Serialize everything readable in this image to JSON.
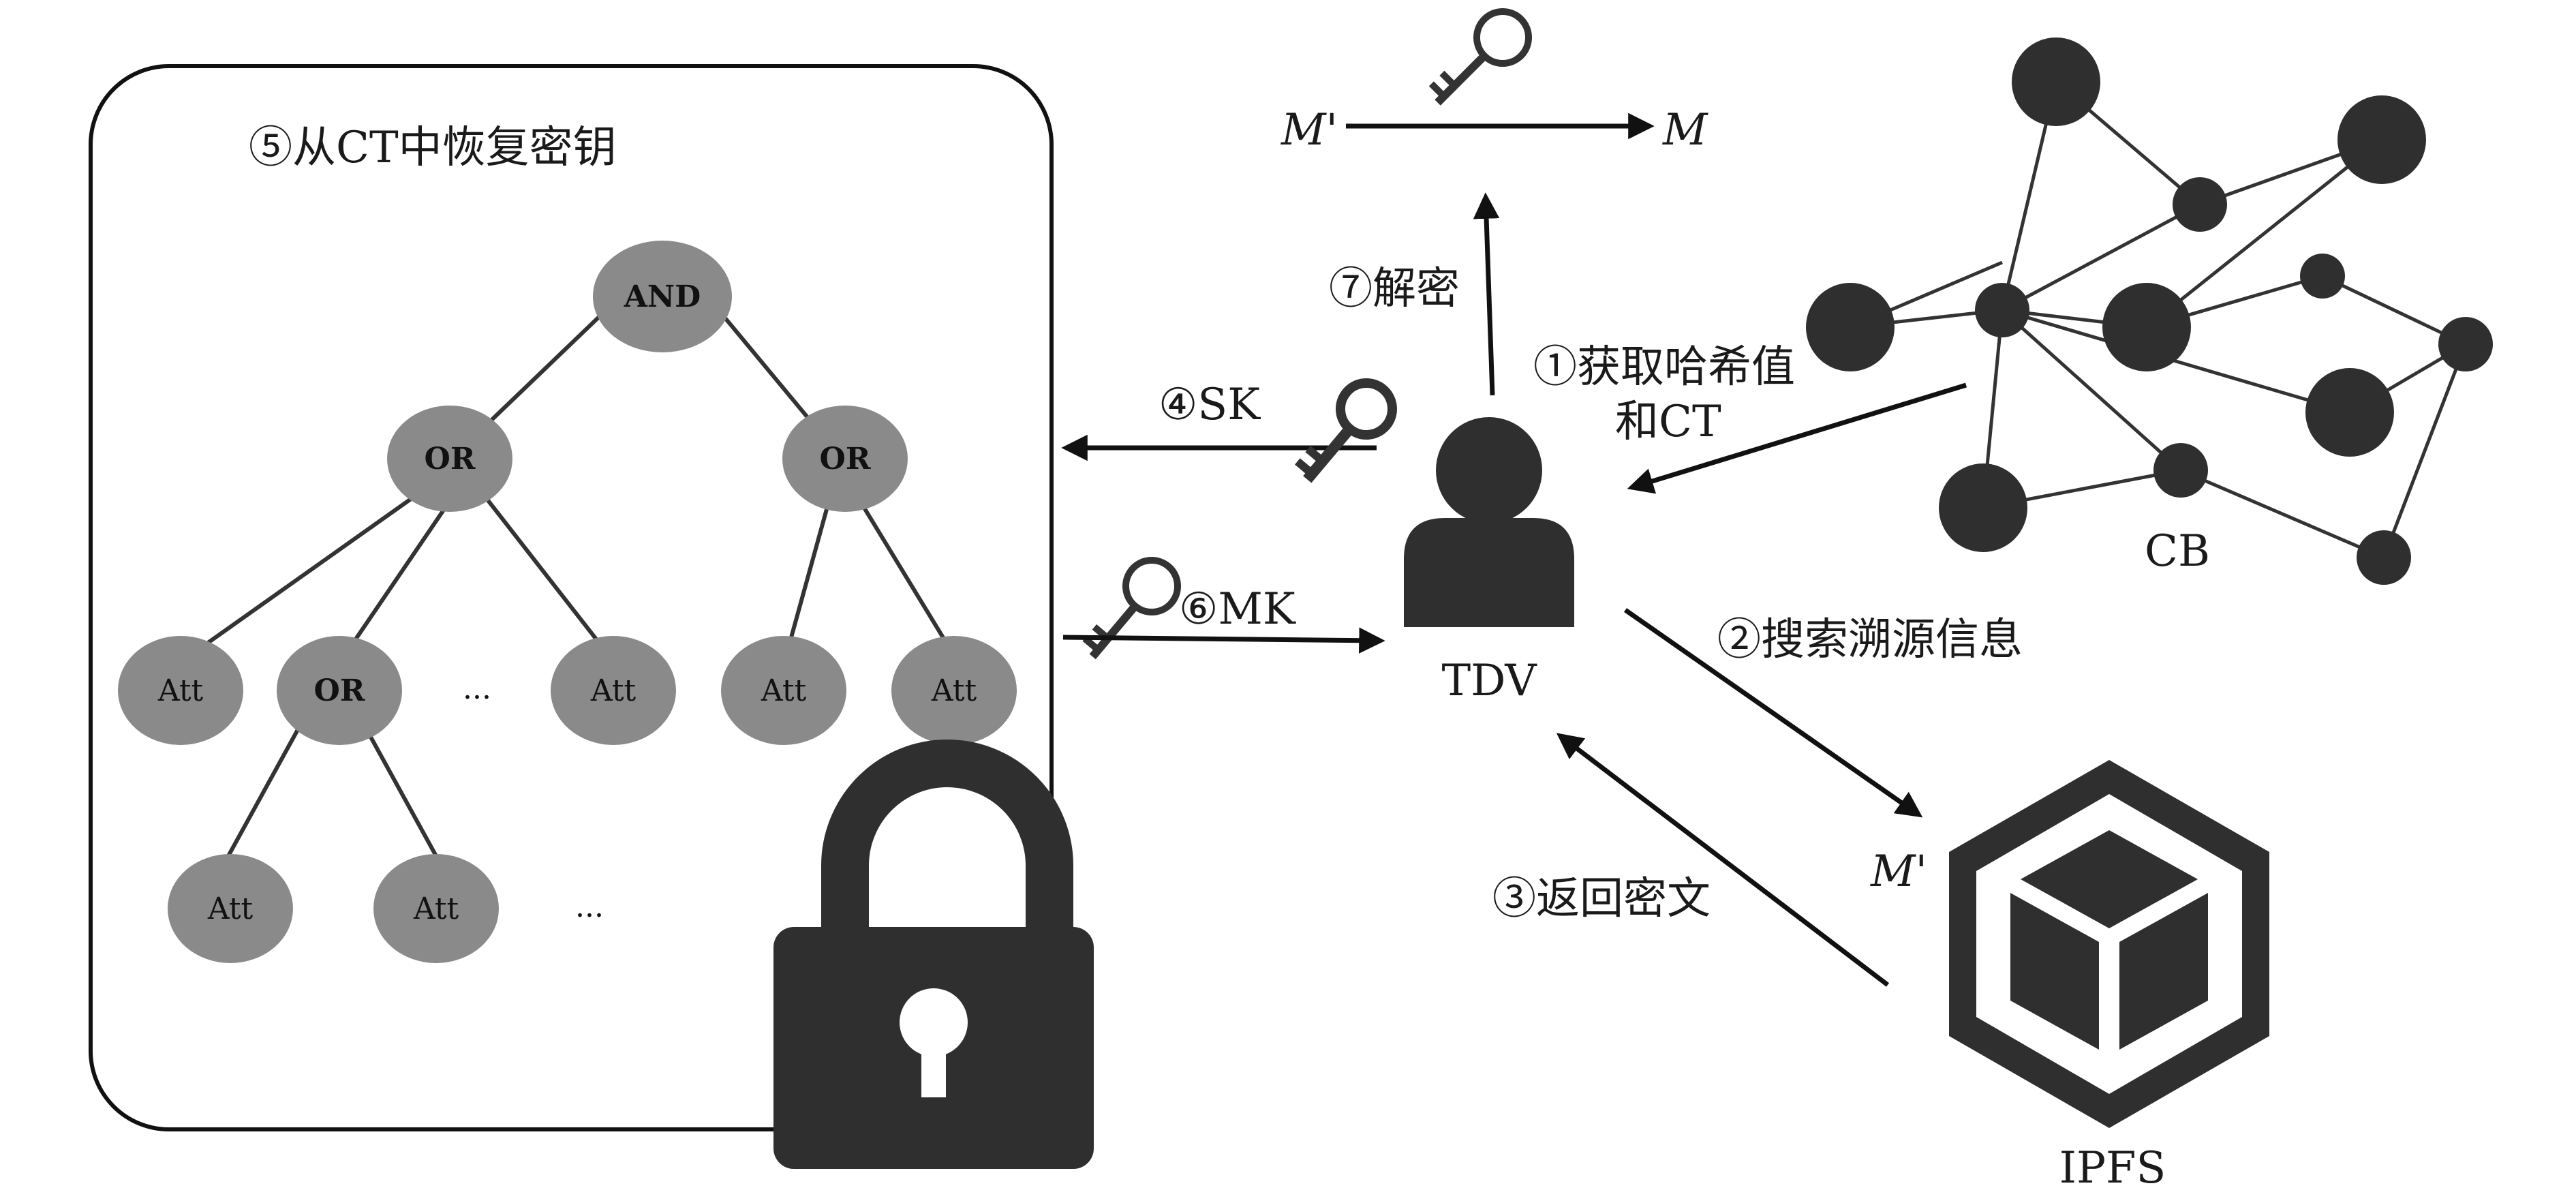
{
  "labels": {
    "step5": "⑤从CT中恢复密钥",
    "step7": "⑦解密",
    "step1_line1": "①获取哈希值",
    "step1_line2": "和CT",
    "step4": "④SK",
    "step6": "⑥MK",
    "step2": "②搜索溯源信息",
    "step3": "③返回密文",
    "tdv": "TDV",
    "cb": "CB",
    "ipfs": "IPFS",
    "m_prime_top": "M'",
    "m_top": "M",
    "m_prime_ipfs": "M'"
  },
  "tree": {
    "and": "AND",
    "or_left": "OR",
    "or_right": "OR",
    "or_sub": "OR",
    "att": "Att",
    "ellipsis": "..."
  },
  "colors": {
    "node_fill": "#8a8a8a",
    "dark": "#333333",
    "icon": "#2f2f2f"
  },
  "icons": [
    "key-icon",
    "lock-icon",
    "user-icon",
    "ipfs-cube-icon",
    "blockchain-network"
  ]
}
